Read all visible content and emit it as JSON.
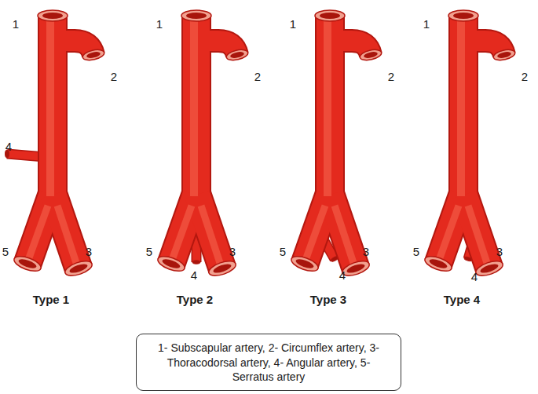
{
  "diagram": {
    "nodes": [
      {
        "text": [
          "1- Subscapular artery, 2- Circumflex artery, 3- Thoracodorsal artery, 4- Angular artery, 5- Serratus artery"
        ]
      }
    ],
    "labels": [
      "1",
      "2",
      "4",
      "5",
      "3",
      "1",
      "2",
      "5",
      "4",
      "3",
      "1",
      "2",
      "5",
      "4",
      "3",
      "1",
      "2",
      "5",
      "4",
      "3",
      "Type 1",
      "Type 2",
      "Type 3",
      "Type 4"
    ]
  }
}
